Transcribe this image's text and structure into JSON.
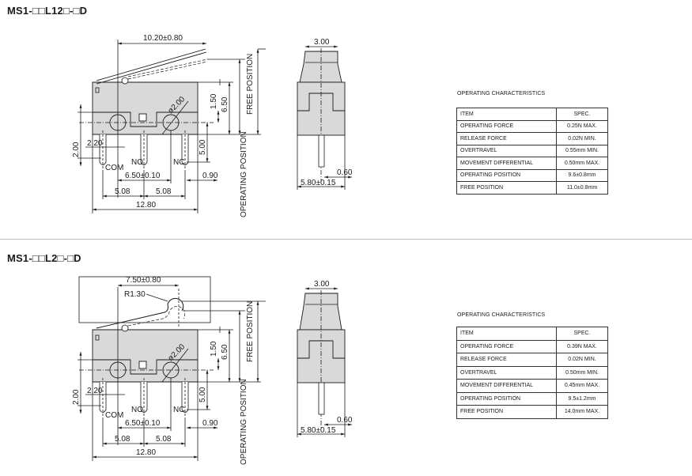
{
  "sections": [
    {
      "title": "MS1-□□L12□-□D",
      "dims": {
        "lever": "10.20±0.80",
        "diameter": "ø2.00",
        "d150": "1.50",
        "d650": "6.50",
        "free_position": "FREE POSITION",
        "operating_position": "OPERATING POSITION",
        "d500": "5.00",
        "d200": "2.00",
        "d220": "2.20",
        "pitch": "6.50±0.10",
        "d090": "0.90",
        "d508a": "5.08",
        "d508b": "5.08",
        "d1280": "12.80",
        "com": "COM",
        "no": "NO",
        "nc": "NC",
        "side_top": "3.00",
        "side_pin": "0.60",
        "side_width": "5.80±0.15"
      },
      "table": {
        "title": "OPERATING CHARACTERISTICS",
        "header": [
          "ITEM",
          "SPEC."
        ],
        "rows": [
          [
            "OPERATING FORCE",
            "0.25N MAX."
          ],
          [
            "RELEASE FORCE",
            "0.02N MIN."
          ],
          [
            "OVERTRAVEL",
            "0.55mm MIN."
          ],
          [
            "MOVEMENT DIFFERENTIAL",
            "0.50mm MAX."
          ],
          [
            "OPERATING POSITION",
            "9.6±0.8mm"
          ],
          [
            "FREE POSITION",
            "11.0±0.8mm"
          ]
        ]
      }
    },
    {
      "title": "MS1-□□L2□-□D",
      "dims": {
        "lever": "7.50±0.80",
        "radius": "R1.30",
        "diameter": "ø2.00",
        "d150": "1.50",
        "d650": "6.50",
        "free_position": "FREE POSITION",
        "operating_position": "OPERATING POSITION",
        "d500": "5.00",
        "d200": "2.00",
        "d220": "2.20",
        "pitch": "6.50±0.10",
        "d090": "0.90",
        "d508a": "5.08",
        "d508b": "5.08",
        "d1280": "12.80",
        "com": "COM",
        "no": "NO",
        "nc": "NC",
        "side_top": "3.00",
        "side_pin": "0.60",
        "side_width": "5.80±0.15"
      },
      "table": {
        "title": "OPERATING CHARACTERISTICS",
        "header": [
          "ITEM",
          "SPEC."
        ],
        "rows": [
          [
            "OPERATING FORCE",
            "0.39N MAX."
          ],
          [
            "RELEASE FORCE",
            "0.02N MIN."
          ],
          [
            "OVERTRAVEL",
            "0.50mm MIN."
          ],
          [
            "MOVEMENT DIFFERENTIAL",
            "0.45mm MAX."
          ],
          [
            "OPERATING POSITION",
            "9.5±1.2mm"
          ],
          [
            "FREE POSITION",
            "14.0mm MAX."
          ]
        ]
      }
    }
  ],
  "colors": {
    "body": "#d9d9d9",
    "line": "#1a1a1a"
  }
}
